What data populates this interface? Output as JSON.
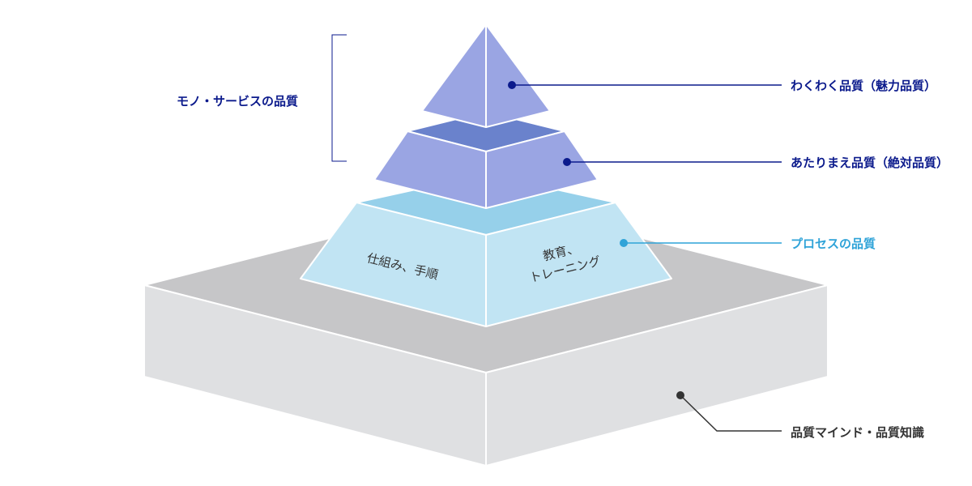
{
  "labels": {
    "bracket": "モノ・サービスの品質",
    "top": "わくわく品質（魅力品質）",
    "middle": "あたりまえ品質（絶対品質）",
    "process": "プロセスの品質",
    "base": "品質マインド・品質知識"
  },
  "inner": {
    "left": "仕組み、手順",
    "right_line1": "教育、",
    "right_line2": "トレーニング"
  },
  "colors": {
    "navy": "#0b1a8c",
    "cyan": "#2fa3d8",
    "gray": "#333333",
    "purple": "#9aa5e3",
    "purple_dark": "#6a82cc",
    "light_blue": "#c1e4f3",
    "light_blue_top": "#96d0ea",
    "base_top": "#c6c6c8",
    "base_side": "#dfe0e2"
  }
}
